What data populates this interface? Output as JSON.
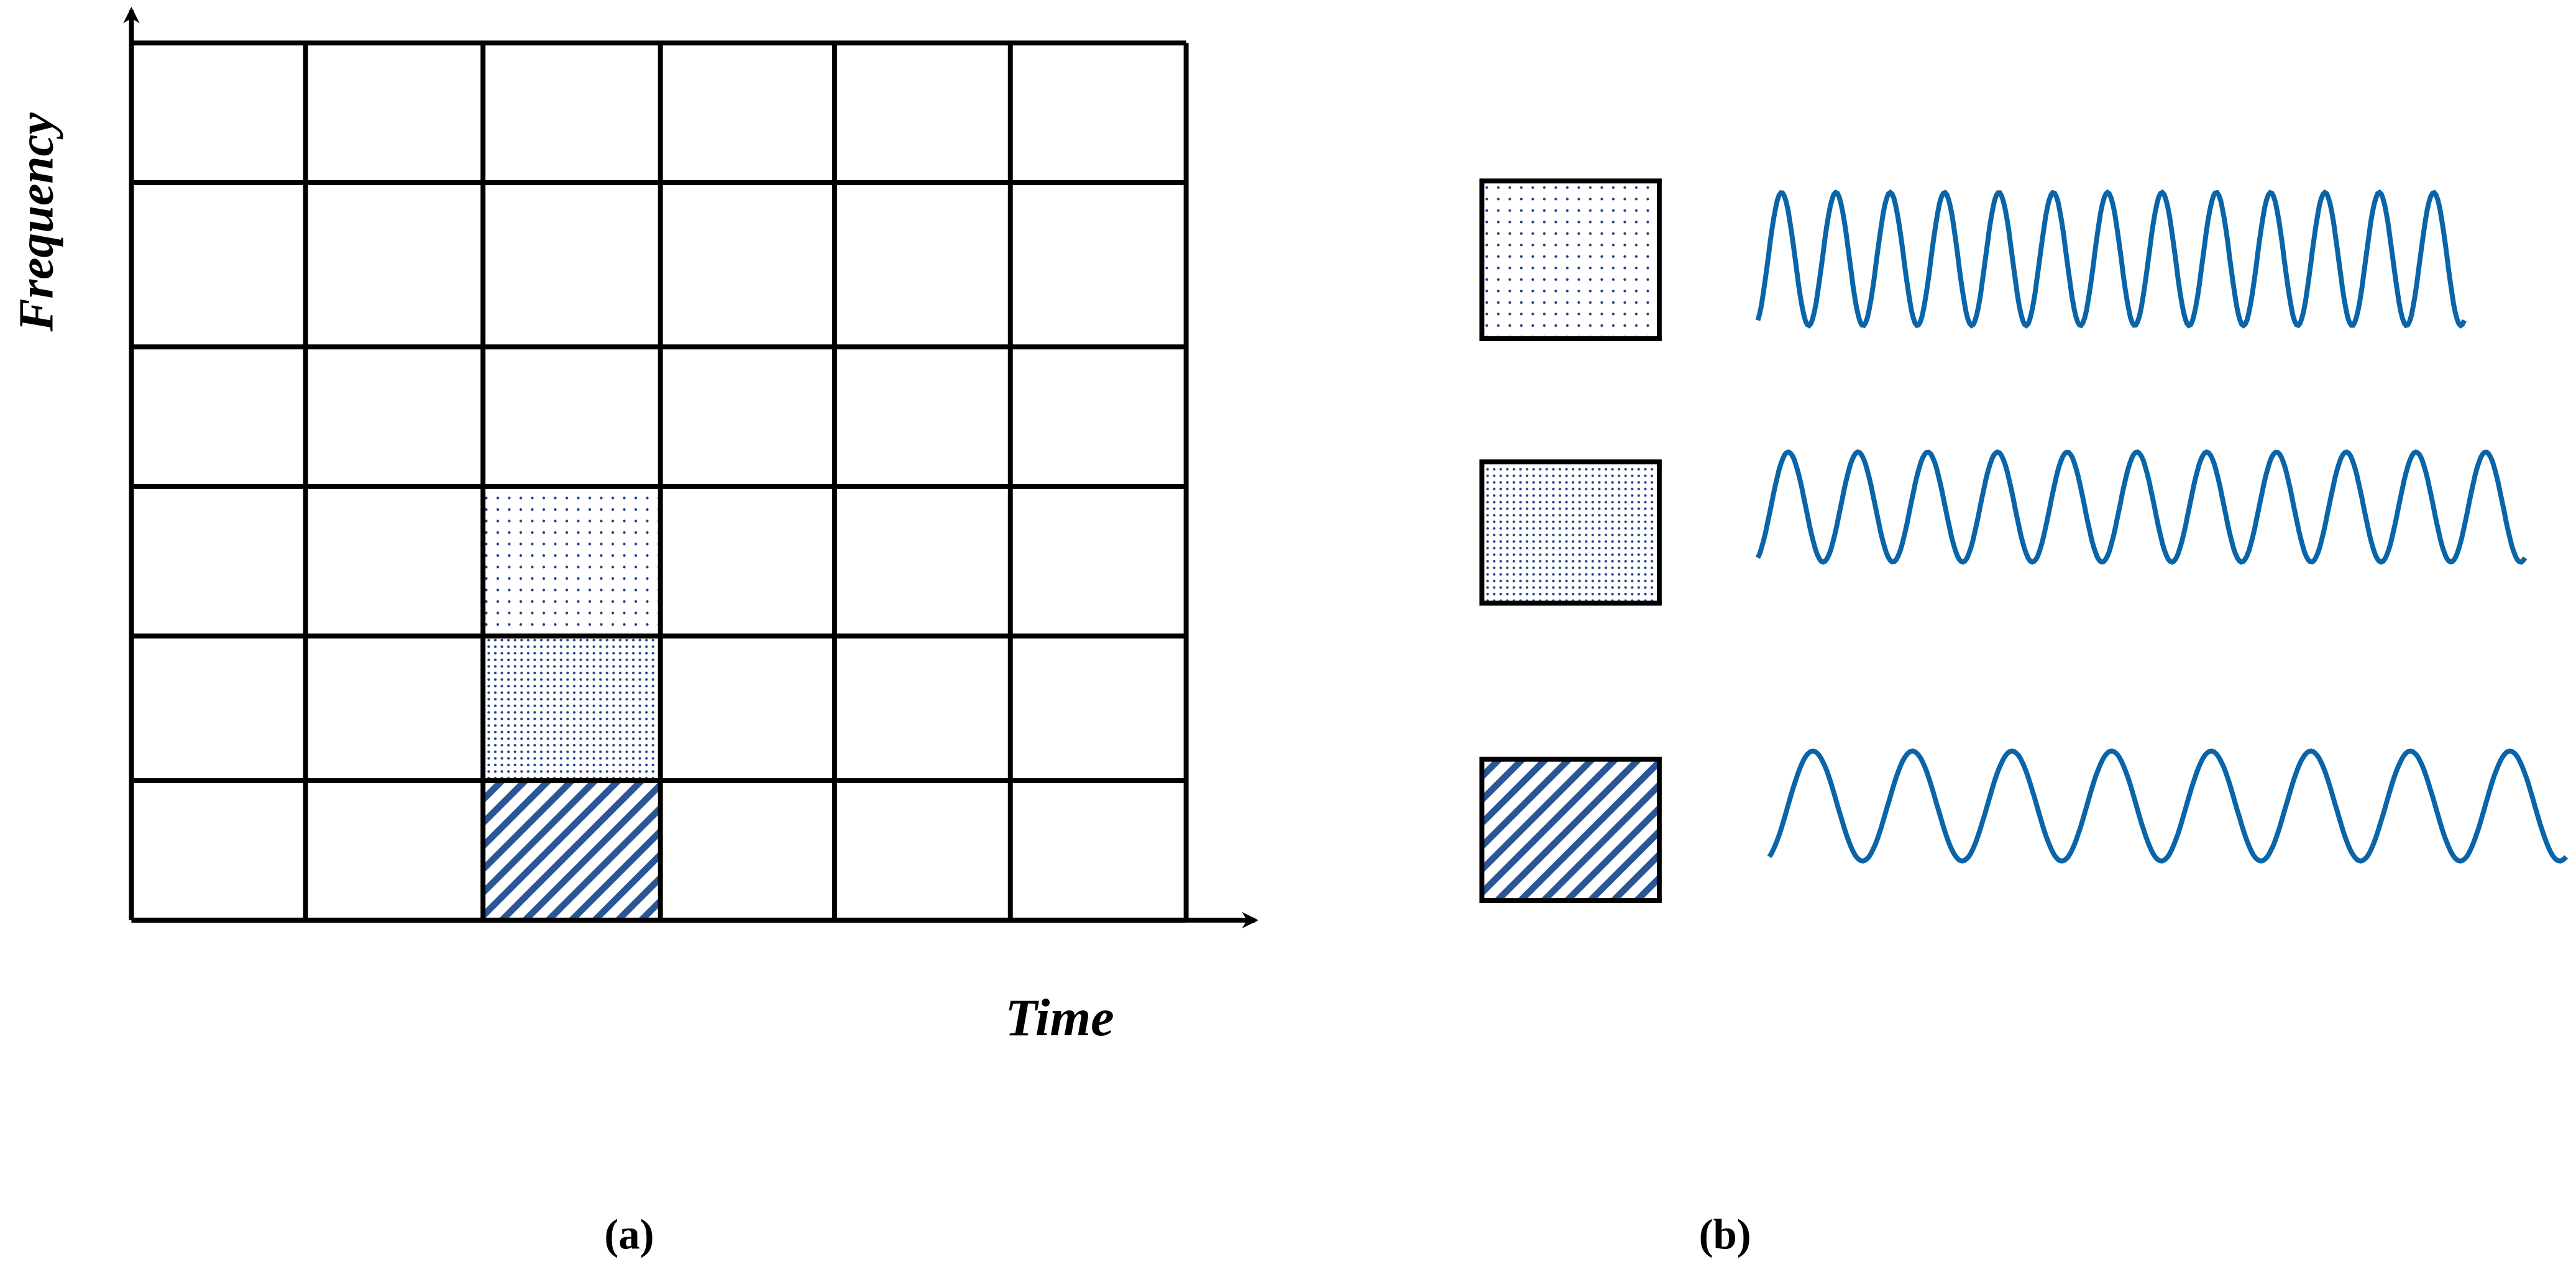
{
  "panel_a": {
    "caption": "(a)",
    "x_axis_label": "Time",
    "y_axis_label": "Frequency",
    "grid": {
      "columns": 6,
      "rows": 6
    },
    "highlighted_cells": [
      {
        "column": 3,
        "row_from_bottom": 3,
        "pattern": "sparse-dots"
      },
      {
        "column": 3,
        "row_from_bottom": 2,
        "pattern": "dense-dots"
      },
      {
        "column": 3,
        "row_from_bottom": 1,
        "pattern": "diagonal-stripes"
      }
    ]
  },
  "panel_b": {
    "caption": "(b)",
    "legend": [
      {
        "pattern": "sparse-dots",
        "wave_cycles": 13
      },
      {
        "pattern": "dense-dots",
        "wave_cycles": 11
      },
      {
        "pattern": "diagonal-stripes",
        "wave_cycles": 8
      }
    ]
  },
  "colors": {
    "pattern": "#1f3f8a",
    "wave": "#0a64a8",
    "grid": "#000000"
  }
}
